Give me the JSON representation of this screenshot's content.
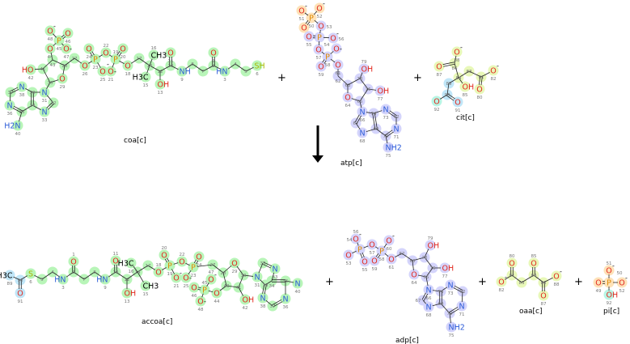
{
  "reaction": {
    "plus_sign": "+",
    "arrow": "reaction-arrow-down"
  },
  "colors": {
    "oxygen": "#e3281e",
    "nitrogen": "#2a5ad8",
    "phosphorus": "#e08a00",
    "sulfur": "#a8b800",
    "highlight_green": "#b8f5b8",
    "highlight_lavender": "#d4d4fb",
    "highlight_orange": "#fde2b8",
    "highlight_yellow": "#e8f8b8",
    "highlight_blue": "#c0e6f8",
    "highlight_teal": "#b8f5e4"
  },
  "molecules": [
    {
      "id": "coa",
      "name": "coa[c]",
      "atoms": [
        [
          "O-",
          "48"
        ],
        [
          "O",
          "46"
        ],
        [
          "P",
          "45"
        ],
        [
          "O-",
          "47"
        ],
        [
          "O",
          "44"
        ],
        [
          "",
          "43"
        ],
        [
          "",
          "41"
        ],
        [
          "HO",
          "42"
        ],
        [
          "",
          "28"
        ],
        [
          "",
          "27"
        ],
        [
          "O",
          "26"
        ],
        [
          "O",
          "29"
        ],
        [
          "",
          "30"
        ],
        [
          "N",
          "31"
        ],
        [
          "P",
          "23"
        ],
        [
          "O",
          "24"
        ],
        [
          "O-",
          "25"
        ],
        [
          "O",
          "22"
        ],
        [
          "P",
          "19"
        ],
        [
          "O",
          "20"
        ],
        [
          "O-",
          "21"
        ],
        [
          "O",
          "18"
        ],
        [
          "",
          "17"
        ],
        [
          "",
          "14"
        ],
        [
          "CH3",
          "16"
        ],
        [
          "H3C",
          "15"
        ],
        [
          "",
          "12"
        ],
        [
          "OH",
          "13"
        ],
        [
          "",
          "10"
        ],
        [
          "O",
          "11"
        ],
        [
          "NH",
          "9"
        ],
        [
          "",
          "8"
        ],
        [
          "",
          "7"
        ],
        [
          "",
          "2"
        ],
        [
          "O",
          "1"
        ],
        [
          "HN",
          "3"
        ],
        [
          "",
          "4"
        ],
        [
          "",
          "5"
        ],
        [
          "SH",
          "6"
        ],
        [
          "N",
          "38"
        ],
        [
          "",
          "37"
        ],
        [
          "N",
          "36"
        ],
        [
          "",
          "35"
        ],
        [
          "",
          "34"
        ],
        [
          "",
          "39"
        ],
        [
          "",
          "32"
        ],
        [
          "N",
          "33"
        ],
        [
          "H2N",
          "40"
        ]
      ]
    },
    {
      "id": "atp",
      "name": "atp[c]",
      "atoms": [
        [
          "O-",
          "51"
        ],
        [
          "O-",
          "52"
        ],
        [
          "P",
          "50"
        ],
        [
          "O",
          ""
        ],
        [
          "O",
          "53"
        ],
        [
          "P",
          "54"
        ],
        [
          "O",
          "55"
        ],
        [
          "O-",
          "56"
        ],
        [
          "O",
          "57"
        ],
        [
          "P",
          "58"
        ],
        [
          "O-",
          ""
        ],
        [
          "O",
          "59"
        ],
        [
          "O",
          "61"
        ],
        [
          "",
          "62"
        ],
        [
          "",
          "63"
        ],
        [
          "",
          "78"
        ],
        [
          "",
          "76"
        ],
        [
          "",
          "65"
        ],
        [
          "O",
          "64"
        ],
        [
          "OH",
          "79"
        ],
        [
          "OH",
          "77"
        ],
        [
          "N",
          "66"
        ],
        [
          "",
          "67"
        ],
        [
          "N",
          "68"
        ],
        [
          "",
          "69"
        ],
        [
          "",
          "74"
        ],
        [
          "N",
          "73"
        ],
        [
          "",
          "72"
        ],
        [
          "N",
          "71"
        ],
        [
          "",
          "70"
        ],
        [
          "NH2",
          "75"
        ]
      ]
    },
    {
      "id": "cit",
      "name": "cit[c]",
      "atoms": [
        [
          "O-",
          "88"
        ],
        [
          "",
          "86"
        ],
        [
          "O",
          "87"
        ],
        [
          "",
          "84"
        ],
        [
          "",
          "83"
        ],
        [
          "",
          "81"
        ],
        [
          "O-",
          "82"
        ],
        [
          "O",
          "80"
        ],
        [
          "OH",
          "85"
        ],
        [
          "",
          "89"
        ],
        [
          "",
          "90"
        ],
        [
          "O",
          "92"
        ],
        [
          "O",
          "91"
        ]
      ]
    },
    {
      "id": "accoa",
      "name": "accoa[c]",
      "atoms": [
        [
          "H3C",
          "89"
        ],
        [
          "",
          "90"
        ],
        [
          "O",
          "91"
        ],
        [
          "S",
          "6"
        ],
        [
          "",
          "5"
        ],
        [
          "",
          "4"
        ],
        [
          "HN",
          "3"
        ],
        [
          "",
          "2"
        ],
        [
          "O",
          "1"
        ],
        [
          "",
          "7"
        ],
        [
          "",
          "8"
        ],
        [
          "HN",
          "9"
        ],
        [
          "",
          "10"
        ],
        [
          "O",
          "11"
        ],
        [
          "",
          "12"
        ],
        [
          "OH",
          "13"
        ],
        [
          "",
          "14"
        ],
        [
          "H3C",
          "16"
        ],
        [
          "CH3",
          "15"
        ],
        [
          "",
          "17"
        ],
        [
          "O",
          "18"
        ],
        [
          "P",
          "19"
        ],
        [
          "O",
          "20"
        ],
        [
          "O-",
          "21"
        ],
        [
          "O",
          "22"
        ],
        [
          "P",
          "23"
        ],
        [
          "O",
          "24"
        ],
        [
          "O-",
          "25"
        ],
        [
          "",
          "27"
        ],
        [
          "",
          "28"
        ],
        [
          "O",
          "29"
        ],
        [
          "",
          "30"
        ],
        [
          "",
          "41"
        ],
        [
          "OH",
          "42"
        ],
        [
          "",
          "43"
        ],
        [
          "O",
          "44"
        ],
        [
          "P",
          "45"
        ],
        [
          "O",
          "46"
        ],
        [
          "O-",
          "48"
        ],
        [
          "O-",
          "47"
        ],
        [
          "N",
          "31"
        ],
        [
          "",
          "32"
        ],
        [
          "N",
          "33"
        ],
        [
          "",
          "34"
        ],
        [
          "",
          "35"
        ],
        [
          "N",
          "40"
        ],
        [
          "N",
          "36"
        ],
        [
          "",
          "37"
        ],
        [
          "N",
          "38"
        ],
        [
          "",
          "39"
        ]
      ]
    },
    {
      "id": "adp",
      "name": "adp[c]",
      "atoms": [
        [
          "O-",
          "56"
        ],
        [
          "P",
          "54"
        ],
        [
          "O",
          "53"
        ],
        [
          "O",
          "55"
        ],
        [
          "O",
          "57"
        ],
        [
          "P",
          "58"
        ],
        [
          "O-",
          "60"
        ],
        [
          "O",
          "59"
        ],
        [
          "O",
          "61"
        ],
        [
          "",
          "62"
        ],
        [
          "",
          "63"
        ],
        [
          "",
          "78"
        ],
        [
          "OH",
          "79"
        ],
        [
          "",
          "76"
        ],
        [
          "OH",
          "77"
        ],
        [
          "",
          "65"
        ],
        [
          "O",
          "64"
        ],
        [
          "N",
          "66"
        ],
        [
          "",
          "67"
        ],
        [
          "N",
          "68"
        ],
        [
          "",
          "69"
        ],
        [
          "",
          "74"
        ],
        [
          "N",
          "73"
        ],
        [
          "",
          "72"
        ],
        [
          "N",
          "71"
        ],
        [
          "",
          "70"
        ],
        [
          "NH2",
          "75"
        ]
      ]
    },
    {
      "id": "oaa",
      "name": "oaa[c]",
      "atoms": [
        [
          "O-",
          "82"
        ],
        [
          "",
          "81"
        ],
        [
          "O",
          "80"
        ],
        [
          "",
          "83"
        ],
        [
          "",
          "84"
        ],
        [
          "O",
          "85"
        ],
        [
          "",
          "86"
        ],
        [
          "O",
          "87"
        ],
        [
          "O-",
          "88"
        ]
      ]
    },
    {
      "id": "pi",
      "name": "pi[c]",
      "atoms": [
        [
          "O",
          "49"
        ],
        [
          "P",
          "50"
        ],
        [
          "O-",
          "51"
        ],
        [
          "O-",
          "52"
        ],
        [
          "OH",
          "92"
        ]
      ]
    }
  ]
}
